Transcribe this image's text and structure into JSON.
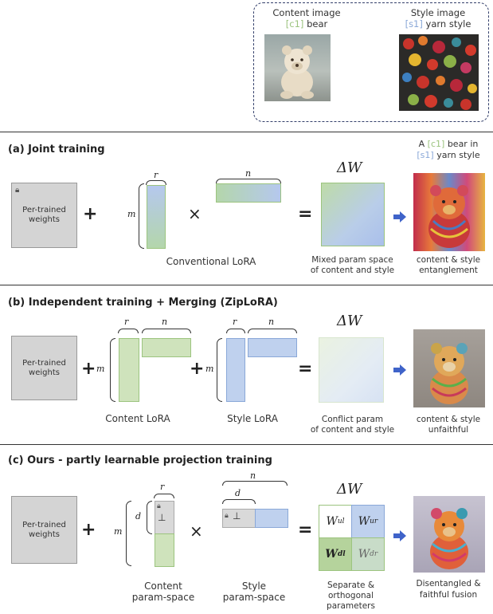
{
  "top_box": {
    "content_label": "Content image",
    "content_tag": "[c1]",
    "content_word": "bear",
    "style_label": "Style image",
    "style_tag": "[s1]",
    "style_word": "yarn style"
  },
  "section_a": {
    "title": "(a)  Joint  training",
    "prompt_a": "A",
    "prompt_tag1": "[c1]",
    "prompt_b": "bear in",
    "prompt_tag2": "[s1]",
    "prompt_c": "yarn style",
    "ptw": "Per-trained weights",
    "plus": "+",
    "times": "×",
    "equals": "=",
    "m": "m",
    "r": "r",
    "n": "n",
    "lora_caption": "Conventional LoRA",
    "delta_w": "ΔW",
    "mixed_caption_1": "Mixed param space",
    "mixed_caption_2": "of content and style",
    "result_caption_1": "content & style",
    "result_caption_2": "entanglement"
  },
  "section_b": {
    "title": "(b)  Independent  training + Merging (ZipLoRA)",
    "ptw": "Per-trained weights",
    "plus": "+",
    "equals": "=",
    "m": "m",
    "r": "r",
    "n": "n",
    "content_caption": "Content LoRA",
    "style_caption": "Style LoRA",
    "delta_w": "ΔW",
    "conflict_caption_1": "Conflict param",
    "conflict_caption_2": "of content and style",
    "result_caption_1": "content & style",
    "result_caption_2": "unfaithful"
  },
  "section_c": {
    "title": "(c)  Ours - partly learnable projection training",
    "ptw": "Per-trained weights",
    "plus": "+",
    "times": "×",
    "equals": "=",
    "m": "m",
    "d": "d",
    "r": "r",
    "n": "n",
    "perp": "⊥",
    "content_caption_1": "Content",
    "content_caption_2": "param-space",
    "style_caption_1": "Style",
    "style_caption_2": "param-space",
    "delta_w": "ΔW",
    "w_ul": "ul",
    "w_ur": "ur",
    "w_dl": "dl",
    "w_dr": "dr",
    "w": "W",
    "sep_caption_1": "Separate &",
    "sep_caption_2": "orthogonal",
    "sep_caption_3": "parameters",
    "result_caption_1": "Disentangled &",
    "result_caption_2": "faithful fusion"
  },
  "colors": {
    "green_tag": "#9cc47f",
    "blue_tag": "#8aa8d8",
    "arrow_blue": "#3f63c9"
  }
}
